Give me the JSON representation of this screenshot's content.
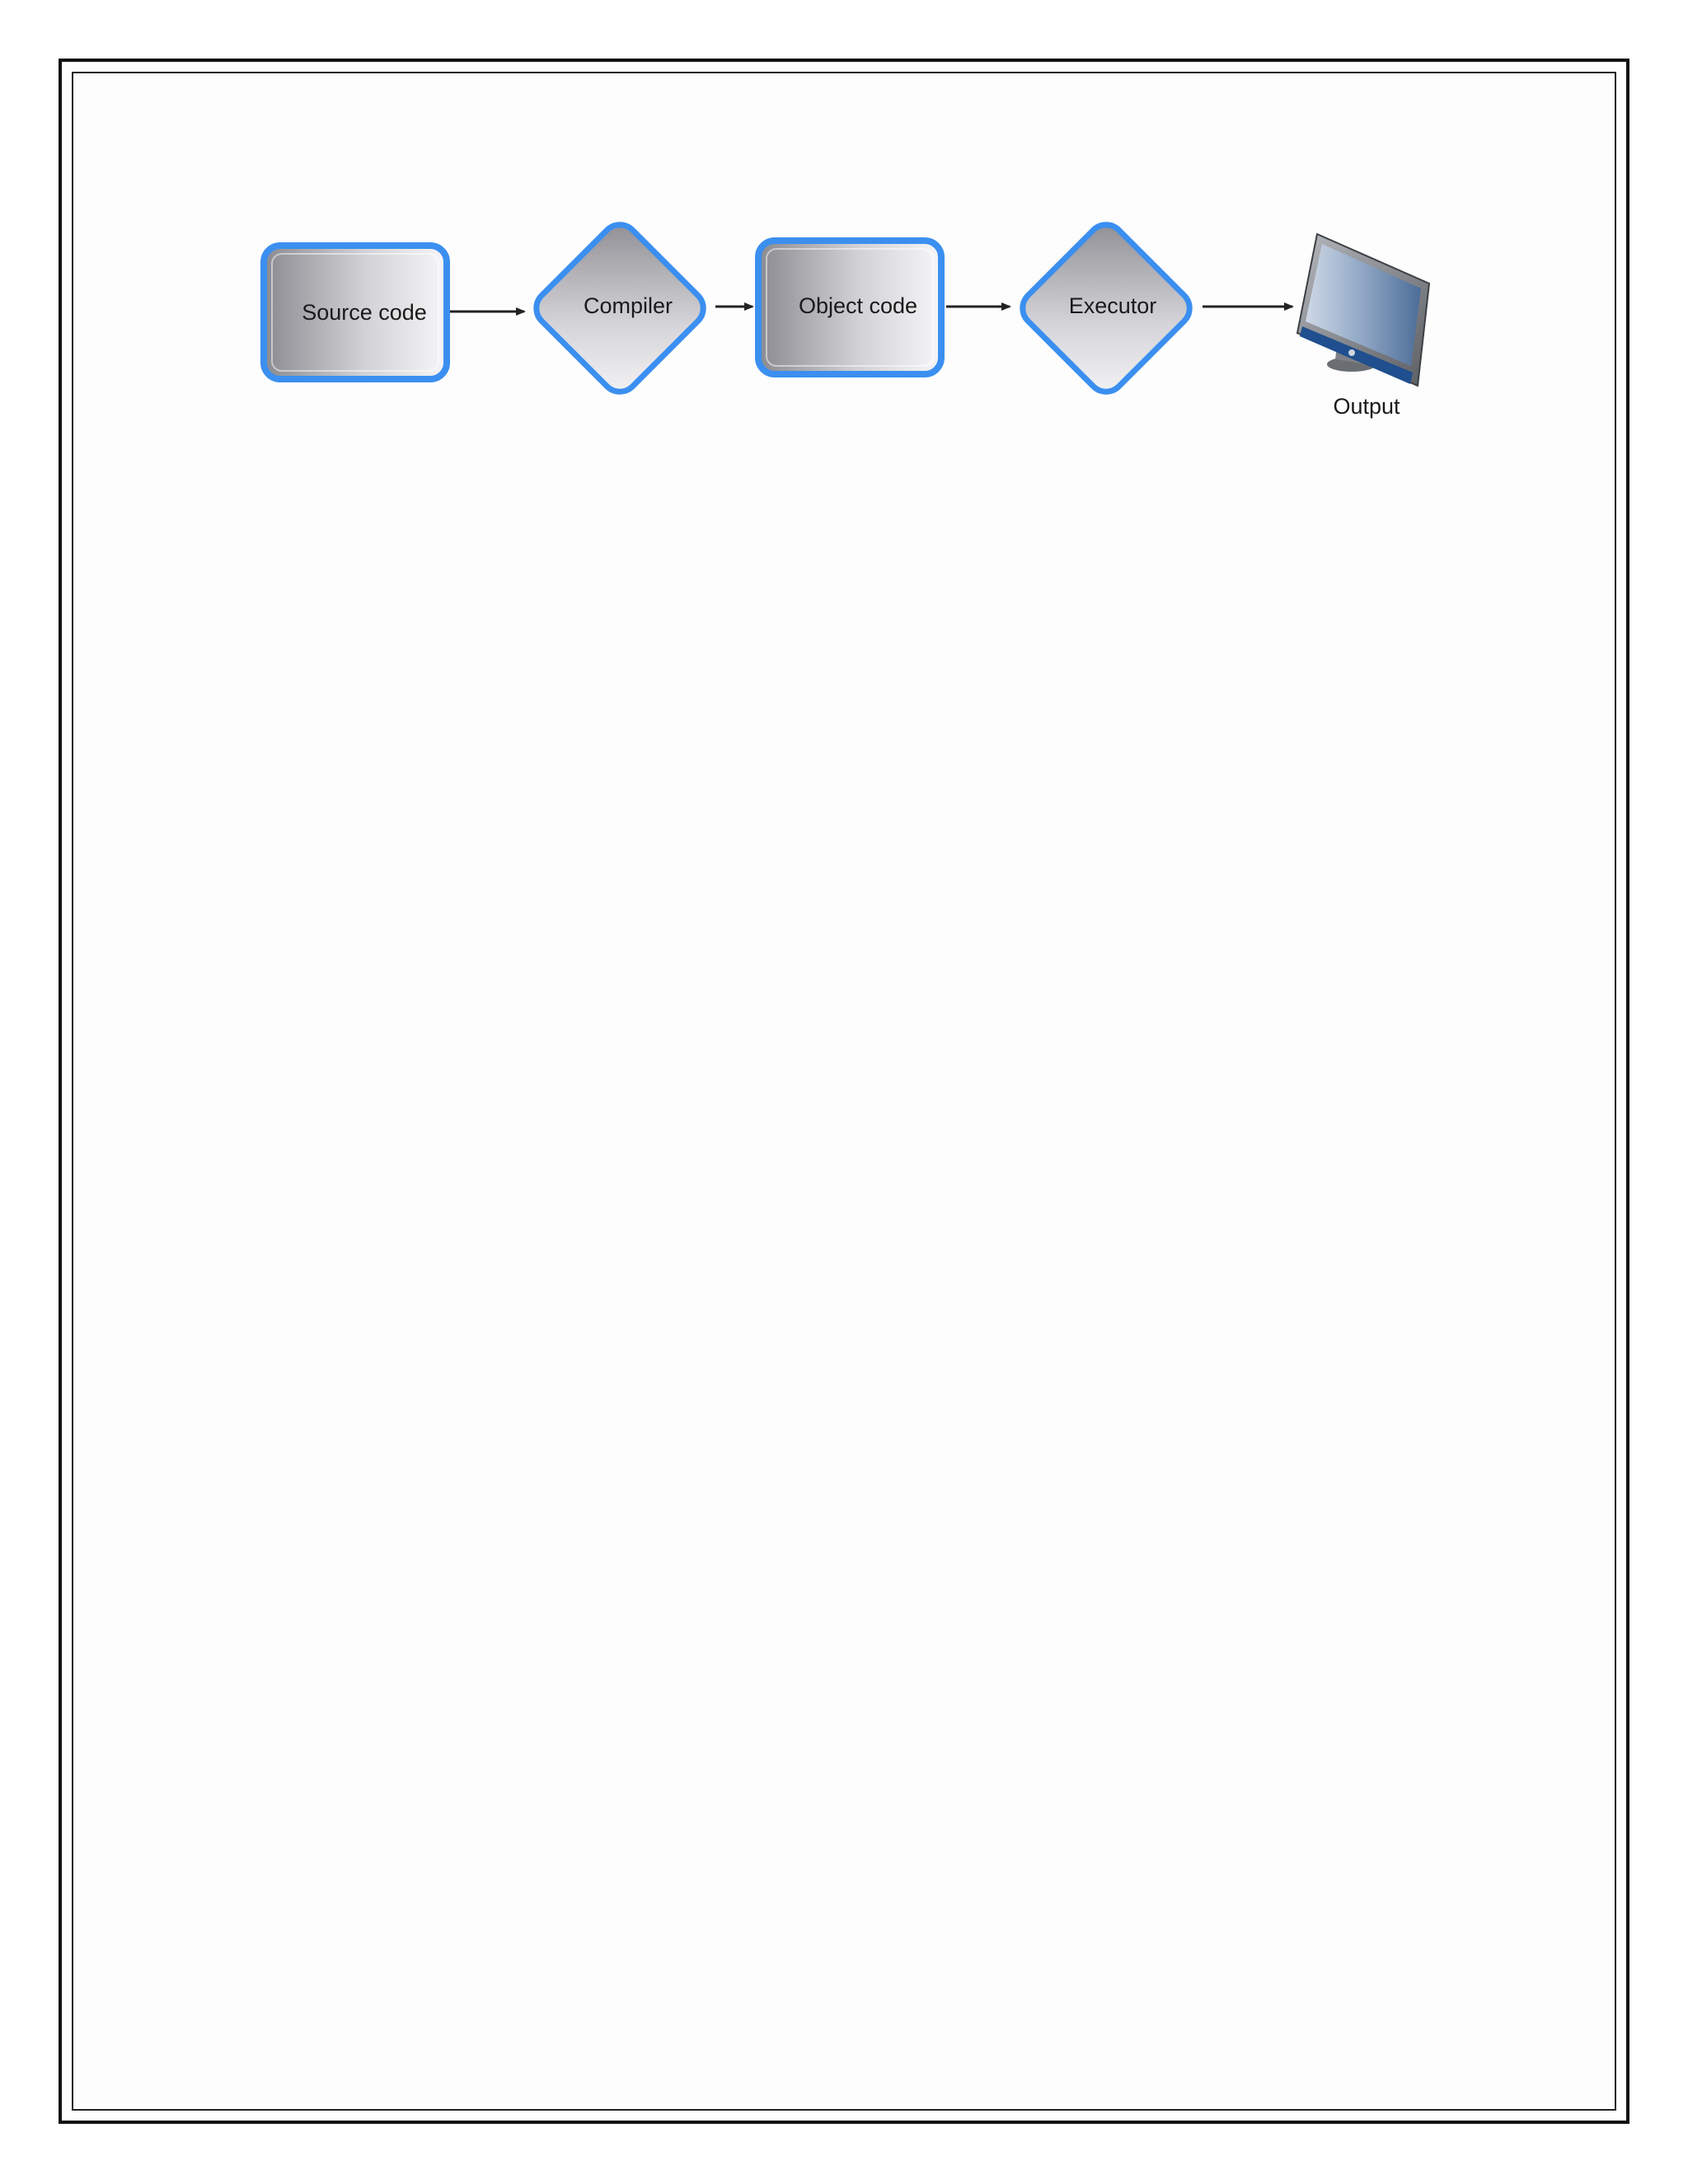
{
  "diagram": {
    "nodes": [
      {
        "id": "source",
        "label": "Source code",
        "shape": "rounded-rect"
      },
      {
        "id": "compiler",
        "label": "Compiler",
        "shape": "diamond"
      },
      {
        "id": "object",
        "label": "Object code",
        "shape": "rounded-rect"
      },
      {
        "id": "executor",
        "label": "Executor",
        "shape": "diamond"
      },
      {
        "id": "output",
        "label": "Output",
        "shape": "monitor",
        "icon": "monitor-icon"
      }
    ],
    "edges": [
      {
        "from": "source",
        "to": "compiler"
      },
      {
        "from": "compiler",
        "to": "object"
      },
      {
        "from": "object",
        "to": "executor"
      },
      {
        "from": "executor",
        "to": "output"
      }
    ],
    "colors": {
      "node_border": "#3b8ff0",
      "node_fill_dark": "#8a8a90",
      "node_fill_light": "#f4f4f6",
      "arrow": "#222222",
      "frame": "#111111"
    }
  }
}
